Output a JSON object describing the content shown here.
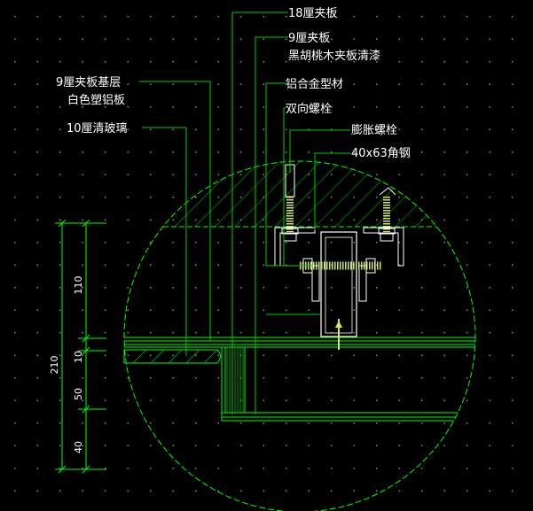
{
  "labels": {
    "board_18": "18厘夹板",
    "board_9": "9厘夹板",
    "walnut_veneer": "黑胡桃木夹板清漆",
    "board_9_base": "9厘夹板基层",
    "white_aluminum": "白色塑铝板",
    "alloy_profile": "铝合金型材",
    "double_bolt": "双向螺栓",
    "glass_10": "10厘清玻璃",
    "expansion_bolt": "膨胀螺栓",
    "angle_steel": "40x63角钢"
  },
  "dimensions": {
    "total": "210",
    "d110": "110",
    "d10": "10",
    "d50": "50",
    "d40": "40"
  },
  "colors": {
    "background": "#000000",
    "grid_dots": "#7f7f7f",
    "detail_lines": "#00ff00",
    "leader_lines": "#00cc00",
    "profile": "#ffffff",
    "bolt": "#d4e85a",
    "text": "#ffffff"
  }
}
